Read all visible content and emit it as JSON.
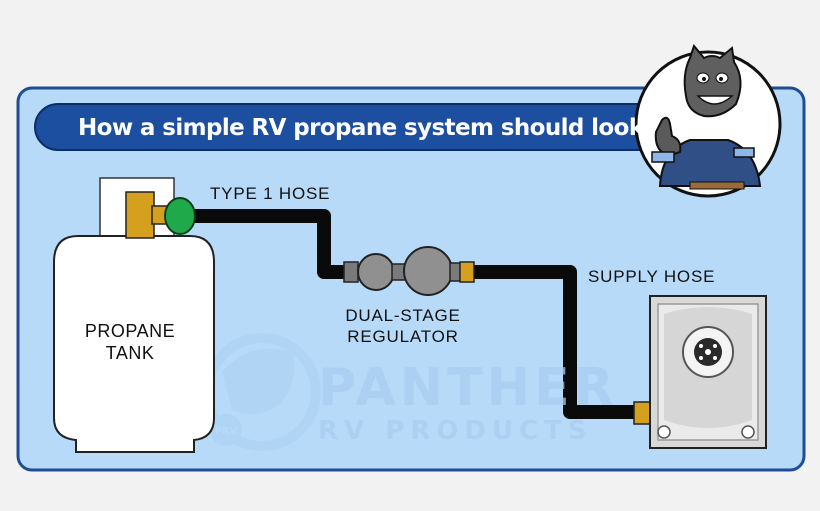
{
  "title": "How a simple RV propane system should look",
  "labels": {
    "tank_line1": "PROPANE",
    "tank_line2": "TANK",
    "hose1": "TYPE 1 HOSE",
    "regulator_line1": "DUAL-STAGE",
    "regulator_line2": "REGULATOR",
    "supply_hose": "SUPPLY HOSE"
  },
  "watermark": {
    "line1": "PANTHER",
    "line2": "RV PRODUCTS",
    "badge": "PRV"
  },
  "colors": {
    "panel_bg": "#b6daf8",
    "panel_border": "#1f4e96",
    "banner_bg": "#1d4fa0",
    "hose": "#0a0a0a",
    "brass_fitting": "#d6a01f",
    "green_connector": "#1fa94a",
    "regulator": "#909090",
    "tank": "#ffffff"
  },
  "icons": {
    "mascot": "panther-mascot-thumbs-up-icon",
    "appliance": "stove-appliance-icon"
  }
}
